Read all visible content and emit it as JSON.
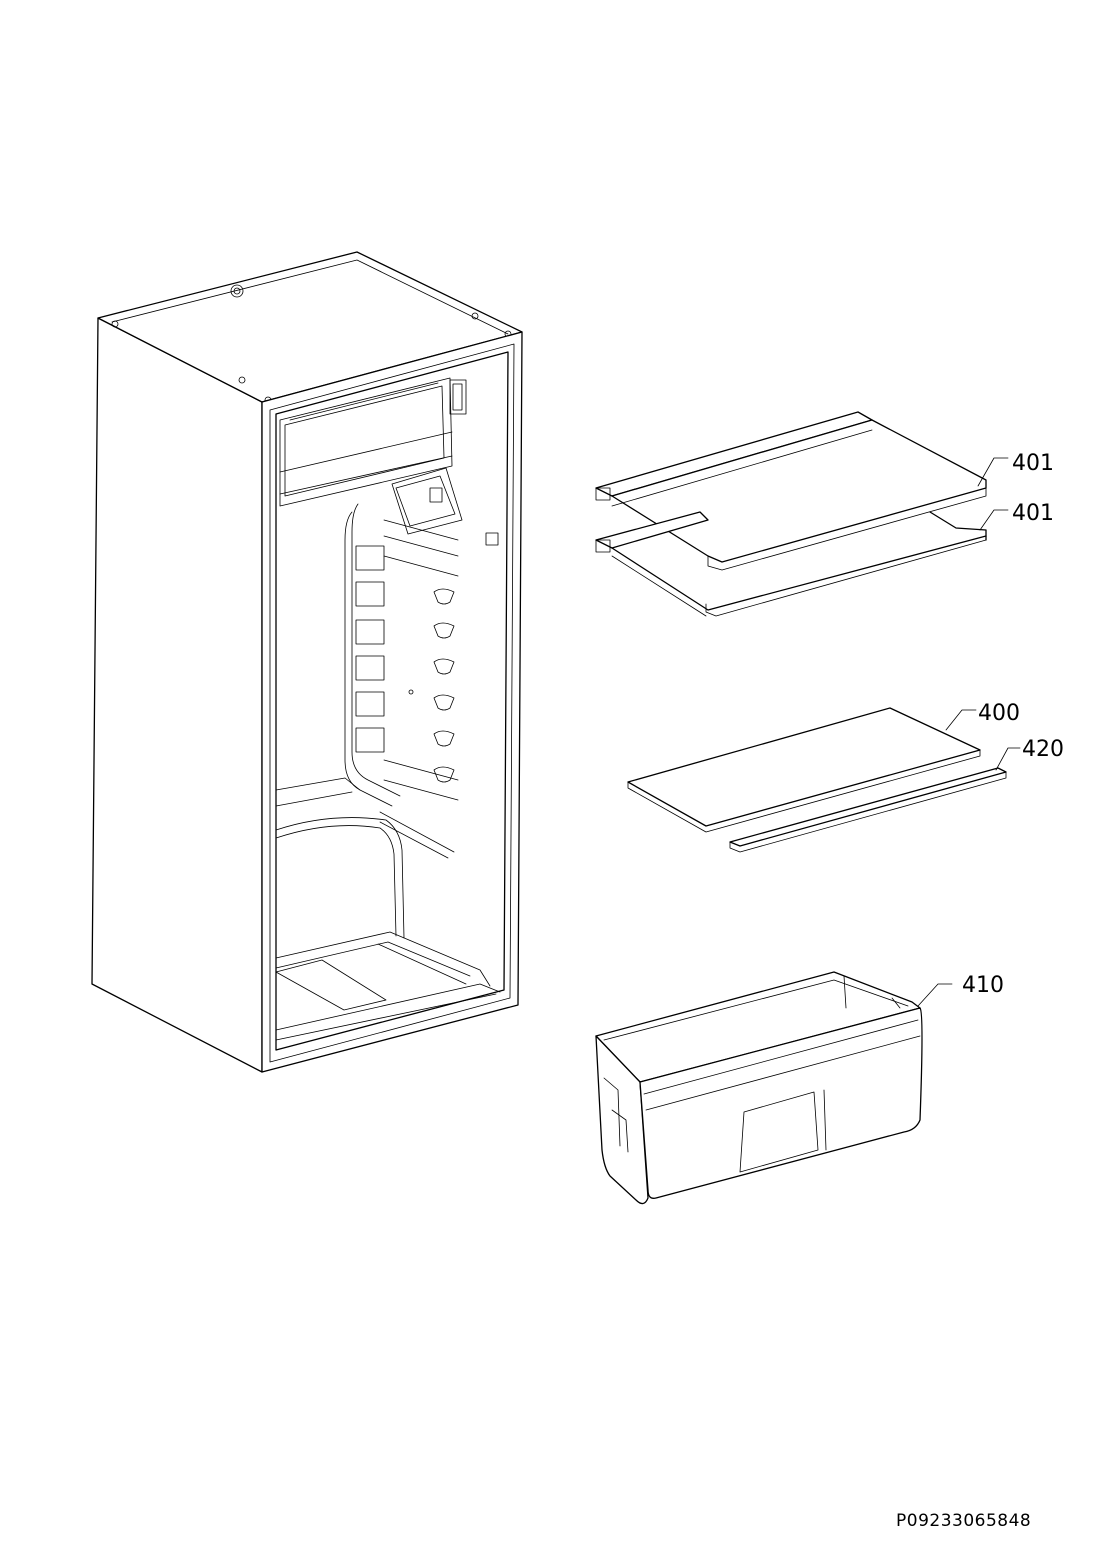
{
  "callouts": {
    "shelf_upper": "401",
    "shelf_lower": "401",
    "glass_plate": "400",
    "trim_strip": "420",
    "crisper_drawer": "410"
  },
  "document_code": "P09233065848"
}
